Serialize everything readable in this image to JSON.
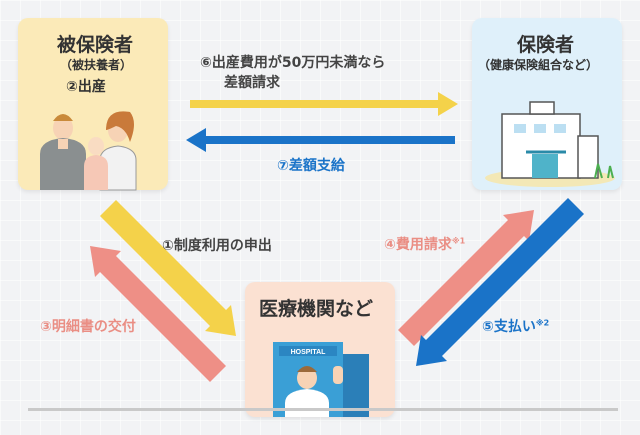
{
  "insured": {
    "title": "被保険者",
    "subtitle": "（被扶養者）",
    "event": "②出産"
  },
  "insurer": {
    "title": "保険者",
    "subtitle": "（健康保険組合など）"
  },
  "medical": {
    "title": "医療機関など",
    "building_sign": "HOSPITAL"
  },
  "steps": {
    "s1": "①制度利用の申出",
    "s3": "③明細書の交付",
    "s4": "④費用請求",
    "s4_note": "※1",
    "s5": "⑤支払い",
    "s5_note": "※2",
    "s6_line1": "⑥出産費用が50万円未満なら",
    "s6_line2": "差額請求",
    "s7": "⑦差額支給"
  },
  "colors": {
    "yellow_arrow": "#f4d24a",
    "blue_arrow": "#1a73c8",
    "salmon_arrow": "#ee8f86",
    "insured_box": "#fbeab8",
    "insurer_box": "#dff0fa",
    "medical_box": "#fbe1d2"
  }
}
